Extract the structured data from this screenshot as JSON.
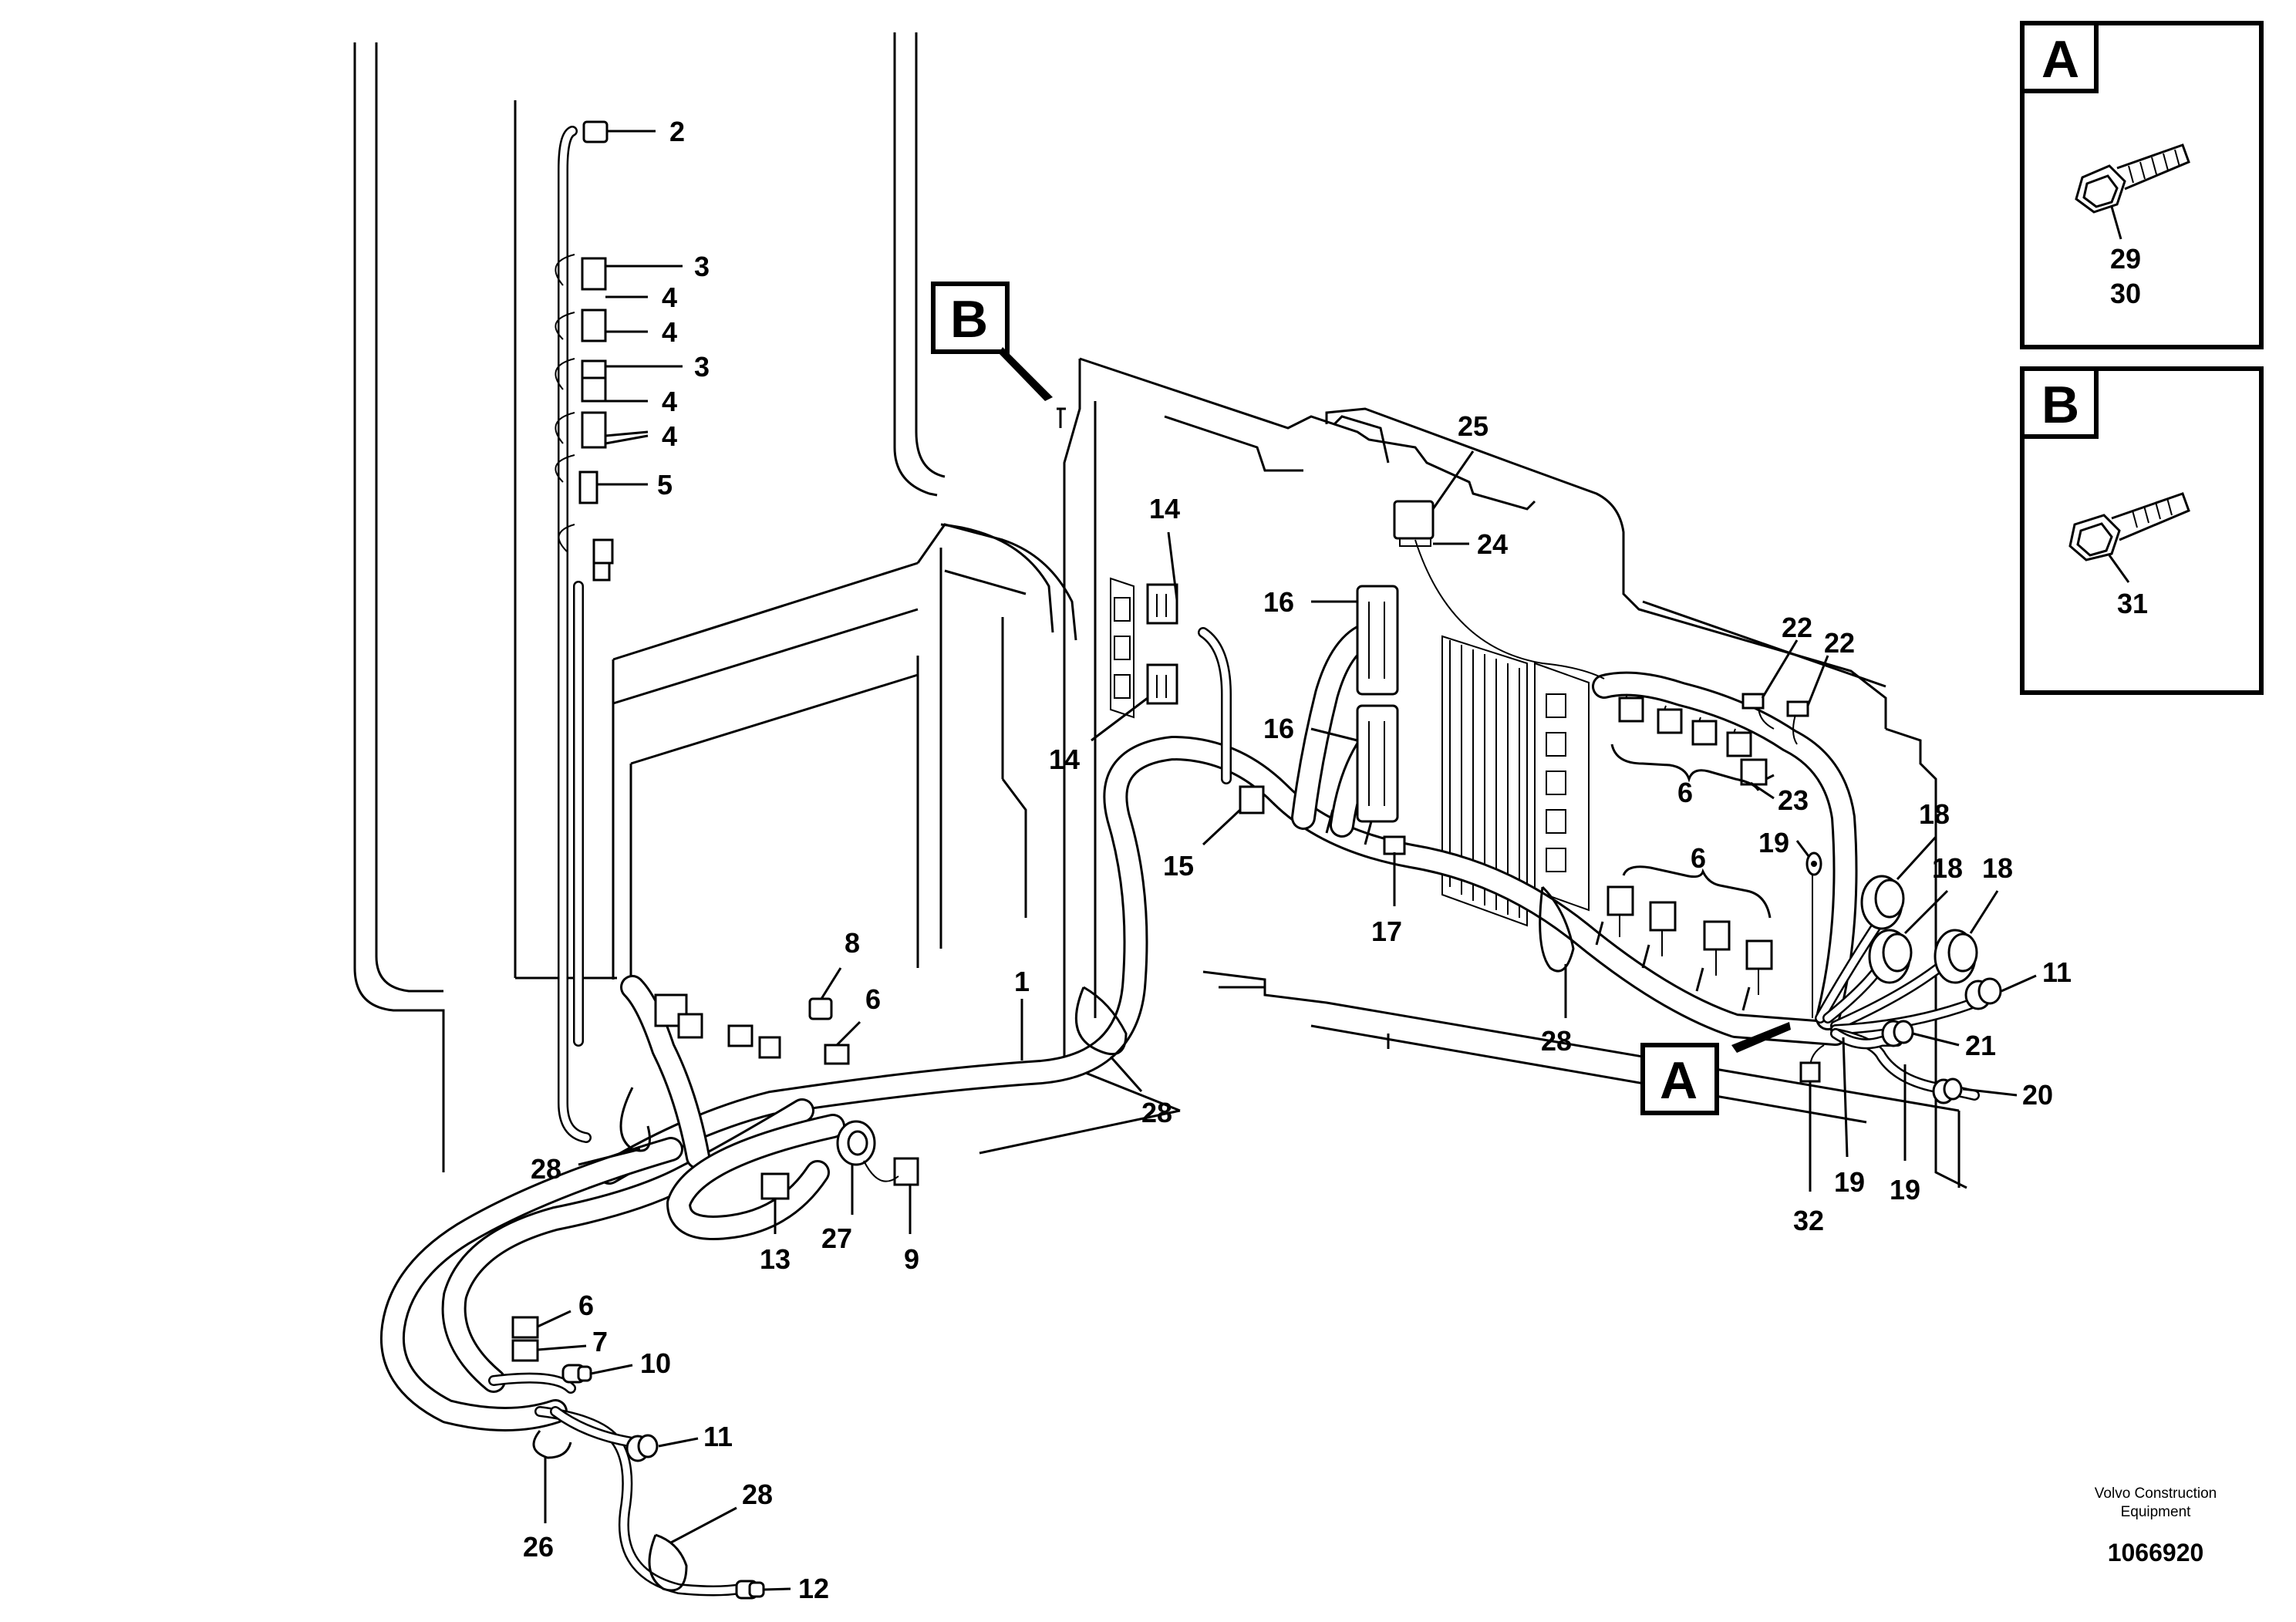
{
  "callouts": [
    {
      "id": "c2",
      "text": "2"
    },
    {
      "id": "c3a",
      "text": "3"
    },
    {
      "id": "c4a",
      "text": "4"
    },
    {
      "id": "c4b",
      "text": "4"
    },
    {
      "id": "c3b",
      "text": "3"
    },
    {
      "id": "c4c",
      "text": "4"
    },
    {
      "id": "c4d",
      "text": "4"
    },
    {
      "id": "c5",
      "text": "5"
    },
    {
      "id": "c14a",
      "text": "14"
    },
    {
      "id": "c14b",
      "text": "14"
    },
    {
      "id": "c16a",
      "text": "16"
    },
    {
      "id": "c16b",
      "text": "16"
    },
    {
      "id": "c25",
      "text": "25"
    },
    {
      "id": "c24",
      "text": "24"
    },
    {
      "id": "c22a",
      "text": "22"
    },
    {
      "id": "c22b",
      "text": "22"
    },
    {
      "id": "c6a",
      "text": "6"
    },
    {
      "id": "c23",
      "text": "23"
    },
    {
      "id": "c18a",
      "text": "18"
    },
    {
      "id": "c18b",
      "text": "18"
    },
    {
      "id": "c18c",
      "text": "18"
    },
    {
      "id": "c19a",
      "text": "19"
    },
    {
      "id": "c6b",
      "text": "6"
    },
    {
      "id": "c15",
      "text": "15"
    },
    {
      "id": "c17",
      "text": "17"
    },
    {
      "id": "c28a",
      "text": "28"
    },
    {
      "id": "c11a",
      "text": "11"
    },
    {
      "id": "c21",
      "text": "21"
    },
    {
      "id": "c20",
      "text": "20"
    },
    {
      "id": "c19b",
      "text": "19"
    },
    {
      "id": "c19c",
      "text": "19"
    },
    {
      "id": "c32",
      "text": "32"
    },
    {
      "id": "c8",
      "text": "8"
    },
    {
      "id": "c6c",
      "text": "6"
    },
    {
      "id": "c1",
      "text": "1"
    },
    {
      "id": "c28b",
      "text": "28"
    },
    {
      "id": "c28c",
      "text": "28"
    },
    {
      "id": "c13",
      "text": "13"
    },
    {
      "id": "c27",
      "text": "27"
    },
    {
      "id": "c9",
      "text": "9"
    },
    {
      "id": "c6d",
      "text": "6"
    },
    {
      "id": "c7",
      "text": "7"
    },
    {
      "id": "c10",
      "text": "10"
    },
    {
      "id": "c11b",
      "text": "11"
    },
    {
      "id": "c28d",
      "text": "28"
    },
    {
      "id": "c26",
      "text": "26"
    },
    {
      "id": "c12",
      "text": "12"
    }
  ],
  "view_markers": {
    "a": "A",
    "b": "B"
  },
  "detail_a": {
    "letter": "A",
    "items": [
      "29",
      "30"
    ]
  },
  "detail_b": {
    "letter": "B",
    "items": [
      "31"
    ]
  },
  "credit": {
    "line1": "Volvo Construction",
    "line2": "Equipment"
  },
  "doc_number": "1066920"
}
